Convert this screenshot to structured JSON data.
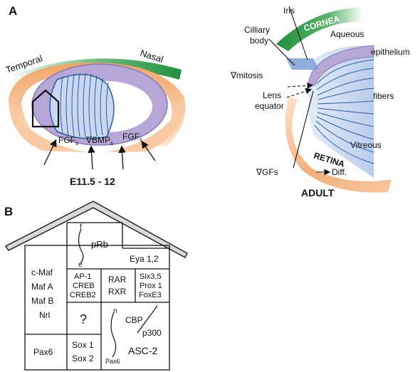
{
  "panel_a": {
    "label": "A",
    "embryo": {
      "temporal": "Temporal",
      "nasal": "Nasal",
      "fgf_left": "FGF",
      "fgf_left_sub": "s",
      "bmp": "∇BMP",
      "bmp_sub": "s",
      "fgf_right": "FGF",
      "fgf_right_sub": "s",
      "stage": "E11.5 - 12"
    },
    "adult": {
      "iris": "Iris",
      "ciliary_line1": "Cilliary",
      "ciliary_line2": "body",
      "cornea": "CORNEA",
      "aqueous": "Aqueous",
      "epithelium": "epithelium",
      "mitosis": "∇mitosis",
      "lens_line1": "Lens",
      "lens_line2": "equator",
      "fibers": "fibers",
      "vitreous": "Vitreous",
      "retina": "RETINA",
      "gfs": "∇GFs",
      "diff": "Diff.",
      "title": "ADULT"
    }
  },
  "panel_b": {
    "label": "B",
    "f_label": "f",
    "e_label": "e",
    "prb": "pRb",
    "eya": "Eya 1,2",
    "cmaf_group": [
      "c-Maf",
      "Maf A",
      "Maf B",
      "Nrl"
    ],
    "ap1_group": [
      "AP-1",
      "CREB",
      "CREB2"
    ],
    "rar_group": [
      "RAR",
      "RXR"
    ],
    "six_group": [
      "Six3,5",
      "Prox 1",
      "FoxE3"
    ],
    "question": "?",
    "n_label": "n",
    "cbp": "CBP",
    "p300": "p300",
    "asc2": "ASC-2",
    "pax6_small": "Pax6",
    "pax6": "Pax6",
    "sox_group": [
      "Sox 1",
      "Sox 2"
    ]
  },
  "colors": {
    "cornea_green": "#2ea043",
    "lens_purple": "#b7a6d8",
    "lens_fill_blue": "#c9d8f0",
    "retina_orange": "#f3b07a",
    "fiber_blue": "#2b5ea8",
    "iris_blue": "#7f9fd6"
  }
}
